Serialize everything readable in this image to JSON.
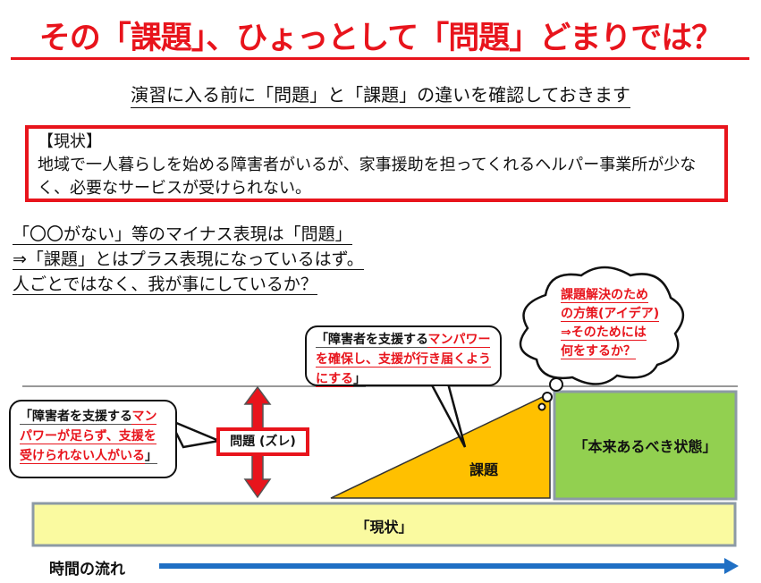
{
  "title": "その「課題」、ひょっとして「問題」どまりでは？",
  "subtitle": "演習に入る前に「問題」と「課題」の違いを確認しておきます",
  "situation": {
    "heading": "【現状】",
    "body": "地域で一人暮らしを始める障害者がいるが、家事援助を担ってくれるヘルパー事業所が少なく、必要なサービスが受けられない。"
  },
  "notes": [
    "「〇〇がない」等のマイナス表現は「問題」",
    "⇒「課題」とはプラス表現になっているはず。",
    "人ごとではなく、我が事にしているか？"
  ],
  "left_bubble": {
    "prefix": "「障害者を支援する",
    "red": "マンパワーが足らず、支援を受けられない人がいる",
    "suffix": "」"
  },
  "mid_bubble": {
    "prefix": "「障害者を支援する",
    "red": "マンパワーを確保し、支援が行き届くようにする",
    "suffix": "」"
  },
  "cloud": {
    "lines": [
      "課題解決のため",
      "の方策(アイデア)",
      "⇒そのためには",
      "何をするか？"
    ]
  },
  "problem_label": "問題 (ズレ)",
  "task_label": "課題",
  "ideal_label": "「本来あるべき状態」",
  "current_label": "「現状」",
  "time_label": "時間の流れ"
}
